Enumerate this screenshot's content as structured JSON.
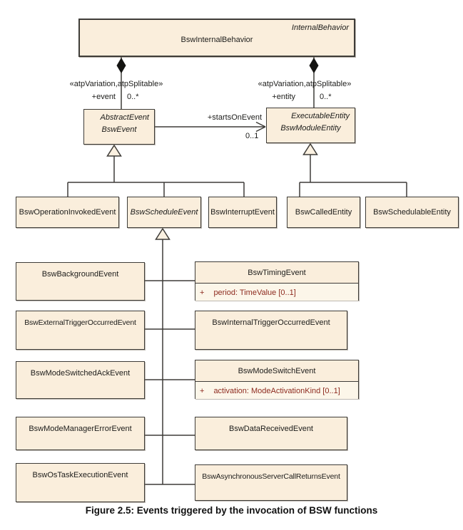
{
  "caption": "Figure 2.5: Events triggered by the invocation of BSW functions",
  "colors": {
    "box_fill": "#FAEEDC",
    "attribute_fill": "#FCF6E9",
    "border": "#3E3C38",
    "attribute_text": "#8D2A1E",
    "text": "#1C1C1A"
  },
  "top_class": {
    "stereo": "InternalBehavior",
    "name": "BswInternalBehavior"
  },
  "compositions": {
    "left": {
      "stereotype": "«atpVariation,atpSplitable»",
      "role": "+event",
      "multiplicity": "0..*"
    },
    "right": {
      "stereotype": "«atpVariation,atpSplitable»",
      "role": "+entity",
      "multiplicity": "0..*"
    }
  },
  "event_class": {
    "stereo": "AbstractEvent",
    "name": "BswEvent"
  },
  "entity_class": {
    "stereo": "ExecutableEntity",
    "name": "BswModuleEntity"
  },
  "association": {
    "name": "+startsOnEvent",
    "multiplicity": "0..1"
  },
  "event_children": [
    {
      "name": "BswOperationInvokedEvent"
    },
    {
      "name": "BswScheduleEvent"
    },
    {
      "name": "BswInterruptEvent"
    }
  ],
  "entity_children": [
    {
      "name": "BswCalledEntity"
    },
    {
      "name": "BswSchedulableEntity"
    }
  ],
  "schedule_children_left": [
    {
      "name": "BswBackgroundEvent"
    },
    {
      "name": "BswExternalTriggerOccurredEvent"
    },
    {
      "name": "BswModeSwitchedAckEvent"
    },
    {
      "name": "BswModeManagerErrorEvent"
    },
    {
      "name": "BswOsTaskExecutionEvent"
    }
  ],
  "schedule_children_right": [
    {
      "name": "BswTimingEvent",
      "attr_vis": "+",
      "attr_sig": "period: TimeValue [0..1]"
    },
    {
      "name": "BswInternalTriggerOccurredEvent"
    },
    {
      "name": "BswModeSwitchEvent",
      "attr_vis": "+",
      "attr_sig": "activation: ModeActivationKind [0..1]"
    },
    {
      "name": "BswDataReceivedEvent"
    },
    {
      "name": "BswAsynchronousServerCallReturnsEvent"
    }
  ]
}
